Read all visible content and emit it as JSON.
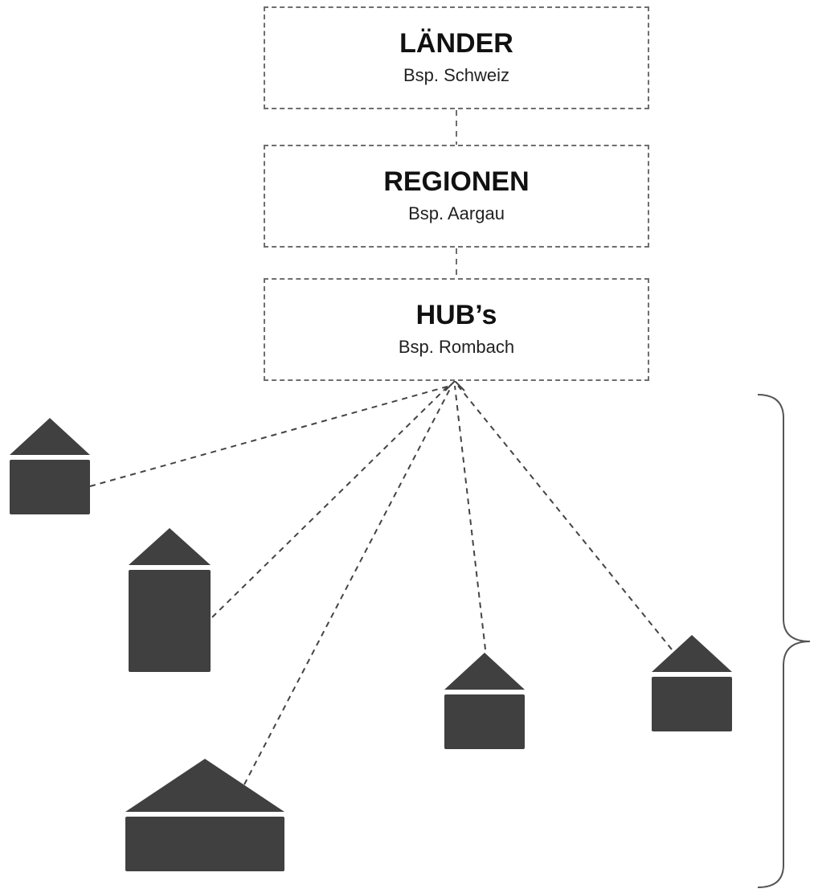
{
  "hierarchy": {
    "levels": [
      {
        "title": "LÄNDER",
        "subtitle": "Bsp. Schweiz"
      },
      {
        "title": "REGIONEN",
        "subtitle": "Bsp. Aargau"
      },
      {
        "title": "HUB’s",
        "subtitle": "Bsp. Rombach"
      }
    ]
  },
  "colors": {
    "house_fill": "#404040",
    "connector_stroke": "#444444",
    "box_border": "#6e6e6e"
  },
  "icons": {
    "house": "house-icon",
    "brace": "right-curly-brace"
  }
}
